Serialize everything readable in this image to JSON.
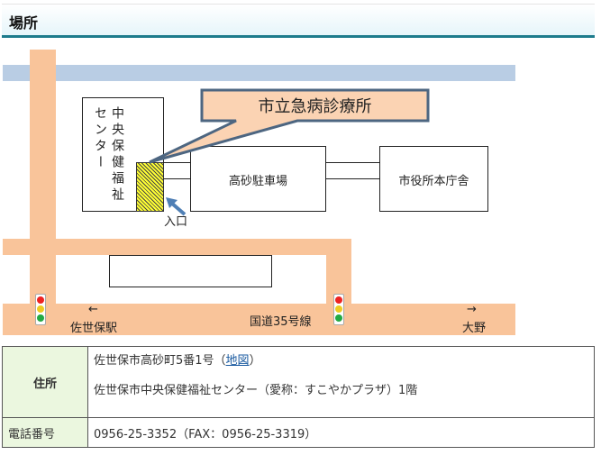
{
  "header": {
    "title": "場所"
  },
  "map": {
    "clinic_callout": "市立急病診療所",
    "center_building_line1": "中央保健福祉",
    "center_building_line2": "センター",
    "parking": "高砂駐車場",
    "city_hall": "市役所本庁舎",
    "entrance": "入口",
    "left_arrow": "←",
    "left_destination": "佐世保駅",
    "route": "国道35号線",
    "right_arrow": "→",
    "right_destination": "大野",
    "colors": {
      "road": "#f9c49a",
      "river": "#b9cde4",
      "callout": "#fbd3b3",
      "accent": "#1d7b8c"
    }
  },
  "info_table": {
    "address_label": "住所",
    "address_line1_prefix": "佐世保市高砂町5番1号（",
    "address_link": "地図",
    "address_line1_suffix": "）",
    "address_line2": "佐世保市中央保健福祉センター（愛称：すこやかプラザ）1階",
    "phone_label": "電話番号",
    "phone_value": "0956-25-3352（FAX：0956-25-3319）"
  }
}
